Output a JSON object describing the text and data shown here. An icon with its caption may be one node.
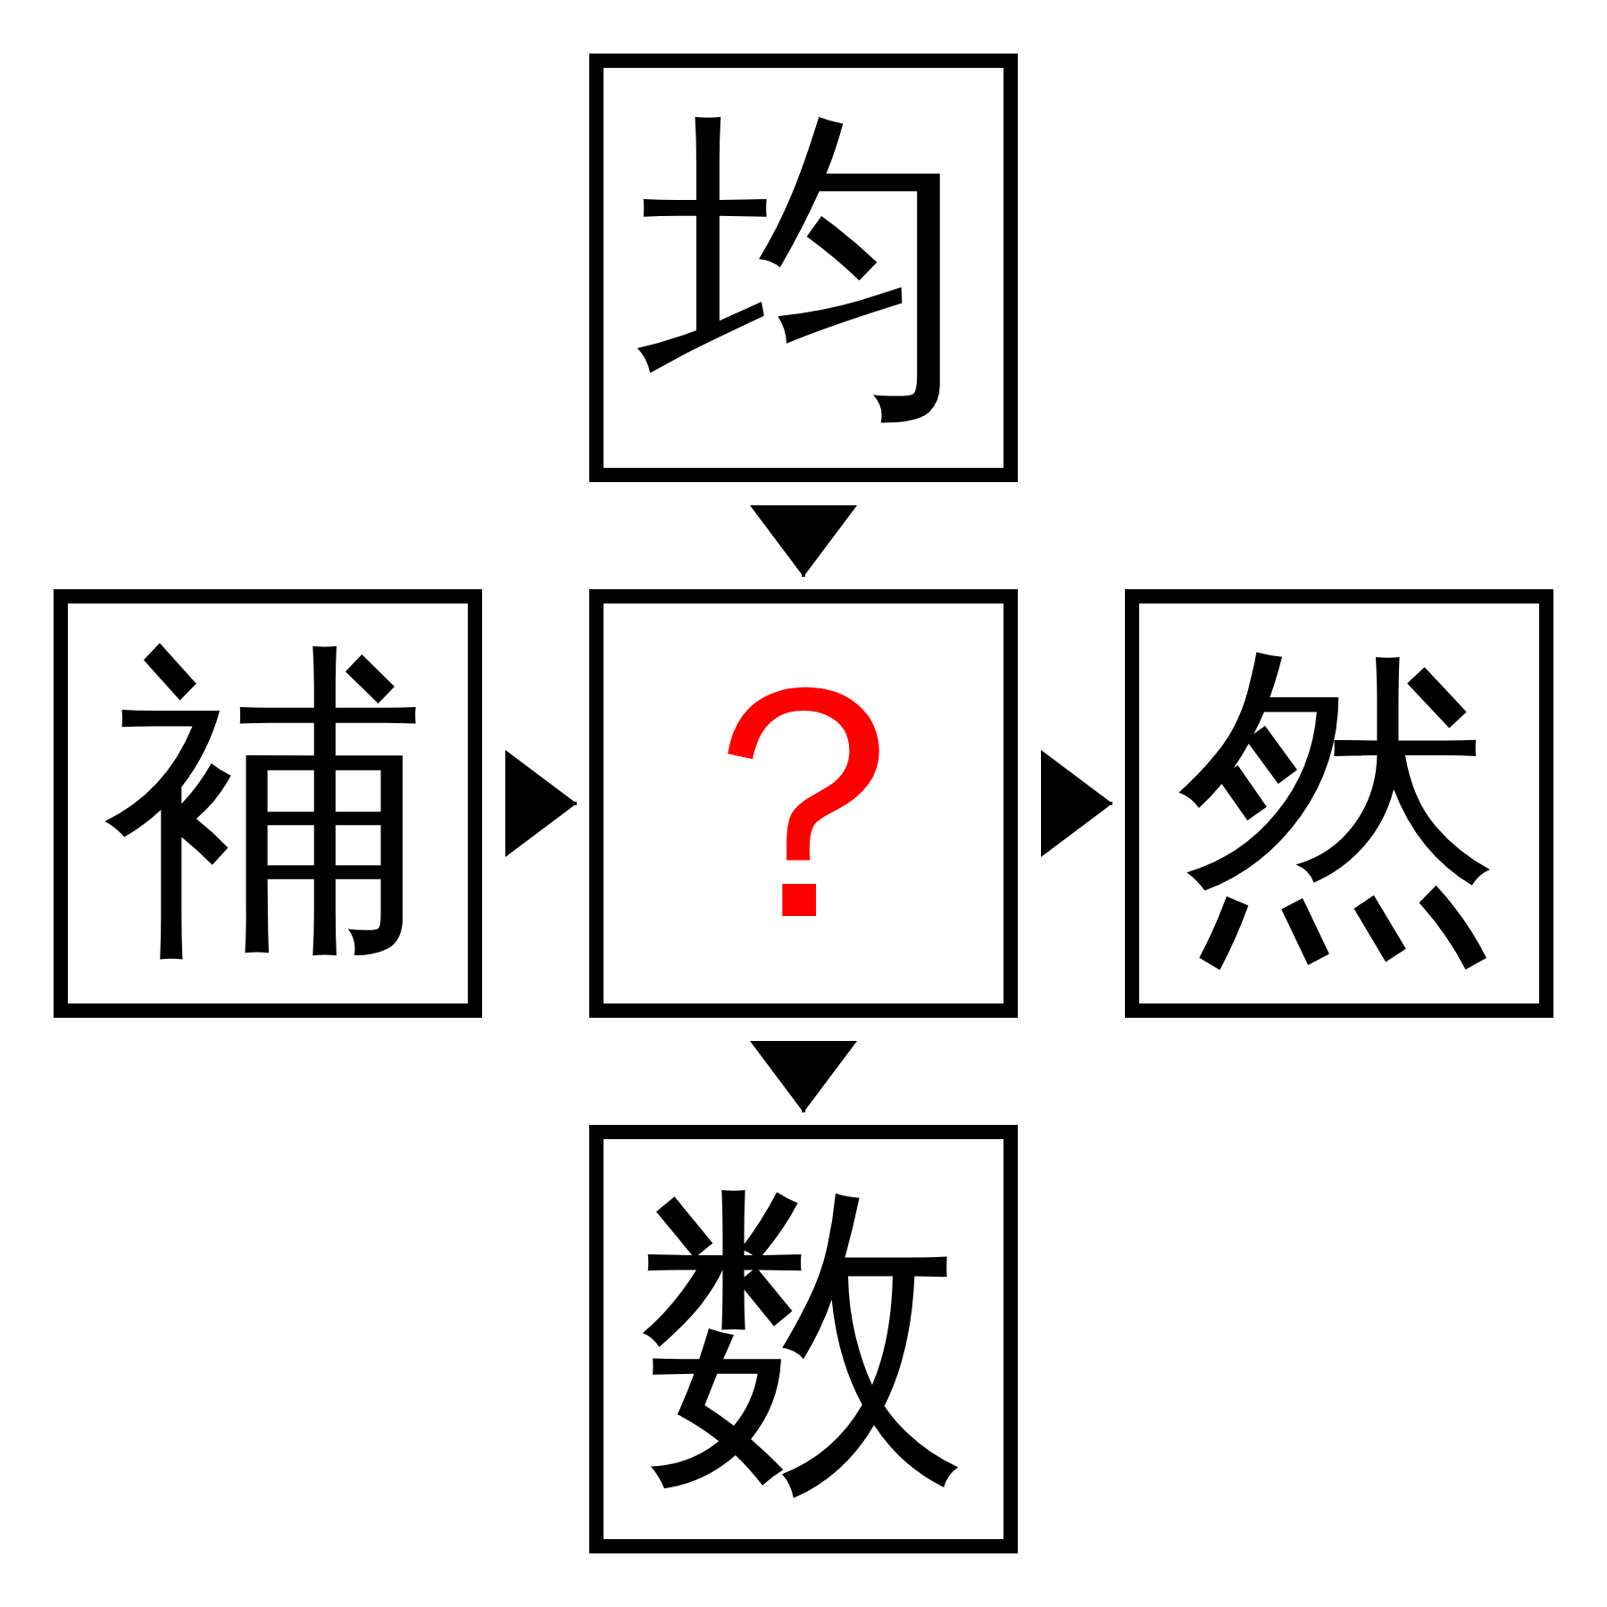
{
  "diagram": {
    "nodes": [
      {
        "text": [
          "均"
        ]
      },
      {
        "text": [
          "補"
        ]
      },
      {
        "text": [
          "？"
        ]
      },
      {
        "text": [
          "然"
        ]
      },
      {
        "text": [
          "数"
        ]
      }
    ],
    "edges": [
      {
        "from": 0,
        "to": 2,
        "arrow": "to"
      },
      {
        "from": 1,
        "to": 2,
        "arrow": "to"
      },
      {
        "from": 2,
        "to": 3,
        "arrow": "to"
      },
      {
        "from": 2,
        "to": 4,
        "arrow": "to"
      }
    ]
  }
}
